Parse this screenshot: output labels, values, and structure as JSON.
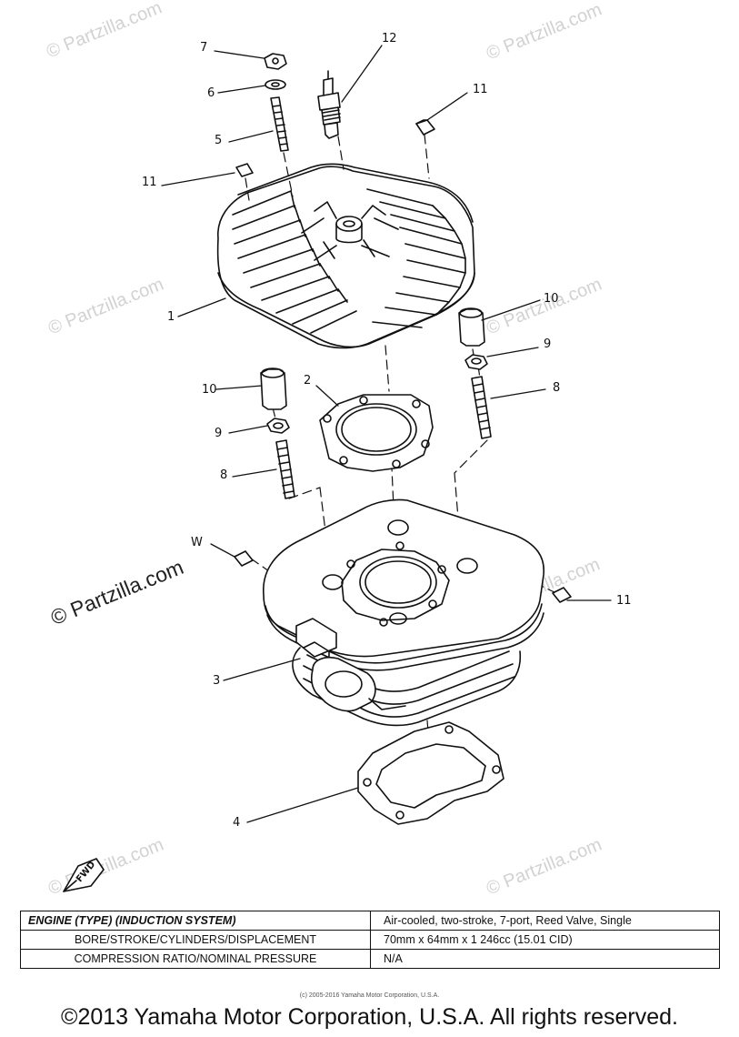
{
  "watermarks": {
    "text": "© Partzilla.com",
    "main_prefix": "©",
    "main_text": "Partzilla.com"
  },
  "callouts": [
    "7",
    "12",
    "6",
    "11",
    "5",
    "11",
    "1",
    "10",
    "9",
    "10",
    "2",
    "8",
    "9",
    "8",
    "W",
    "11",
    "3",
    "4"
  ],
  "fwd_label": "FWD",
  "spec_table": {
    "rows": [
      {
        "label": "ENGINE (TYPE) (INDUCTION SYSTEM)",
        "value": "Air-cooled, two-stroke, 7-port, Reed Valve, Single"
      },
      {
        "label": "BORE/STROKE/CYLINDERS/DISPLACEMENT",
        "value": "70mm x 64mm x 1  246cc  (15.01 CID)"
      },
      {
        "label": "COMPRESSION RATIO/NOMINAL PRESSURE",
        "value": "N/A"
      }
    ]
  },
  "small_copyright": "(c) 2005-2016 Yamaha Motor Corporation, U.S.A.",
  "copyright": "©2013 Yamaha Motor Corporation, U.S.A. All rights reserved."
}
